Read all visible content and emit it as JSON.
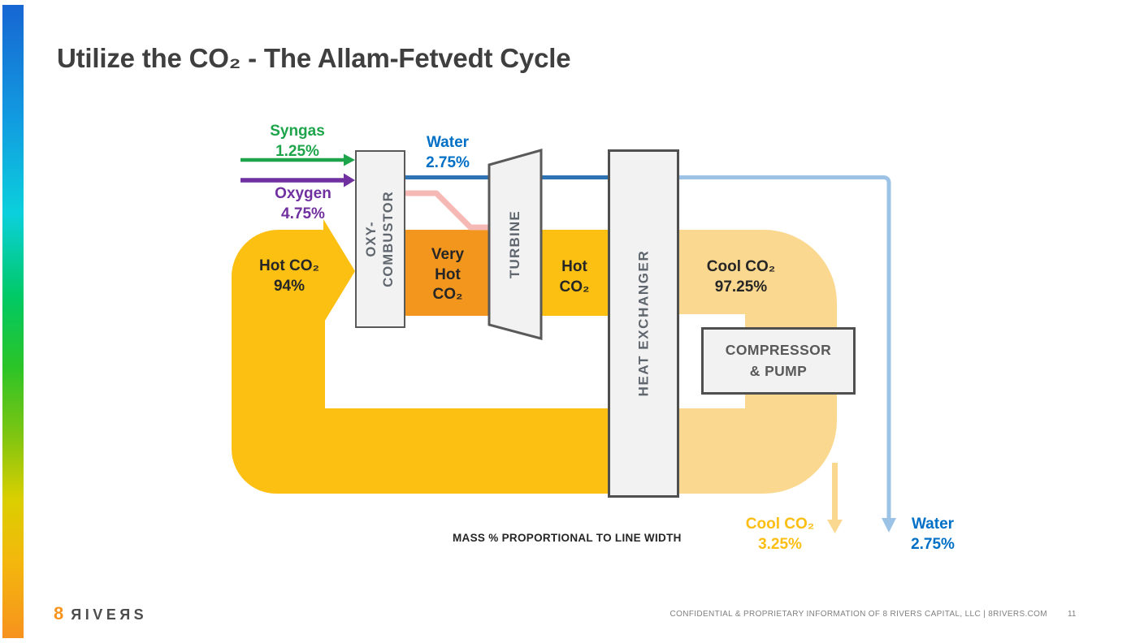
{
  "slide": {
    "title": "Utilize the CO₂ - The Allam-Fetvedt Cycle",
    "note": "MASS % PROPORTIONAL TO LINE WIDTH",
    "footer": "CONFIDENTIAL & PROPRIETARY INFORMATION OF 8 RIVERS CAPITAL, LLC | 8RIVERS.COM",
    "page_number": "11",
    "logo": {
      "eight": "8",
      "word": "ЯIVEЯS"
    }
  },
  "components": {
    "oxy_combustor": "OXY-\nCOMBUSTOR",
    "turbine": "TURBINE",
    "heat_exchanger": "HEAT EXCHANGER",
    "compressor_pump": "COMPRESSOR\n& PUMP"
  },
  "streams": {
    "syngas": "Syngas\n1.25%",
    "oxygen": "Oxygen\n4.75%",
    "water_top": "Water\n2.75%",
    "hot_co2_in": "Hot CO₂\n94%",
    "very_hot_co2": "Very\nHot\nCO₂",
    "hot_co2_out": "Hot\nCO₂",
    "cool_co2": "Cool CO₂\n97.25%",
    "co2_export": "Cool CO₂\n3.25%",
    "water_export": "Water\n2.75%"
  },
  "colors": {
    "hot_co2_band": "#FCC013",
    "very_hot_co2_band": "#F2961D",
    "cool_co2_band": "#FBD88F",
    "syngas_green": "#1EA44A",
    "oxygen_purple": "#7030A0",
    "water_dark_blue": "#2E74B5",
    "water_light_blue": "#9CC3E5",
    "water_pink": "#F5B8B4",
    "water_label_blue": "#0070C6",
    "co2_export_gold": "#FCBE13",
    "logo_orange": "#F7941E"
  }
}
